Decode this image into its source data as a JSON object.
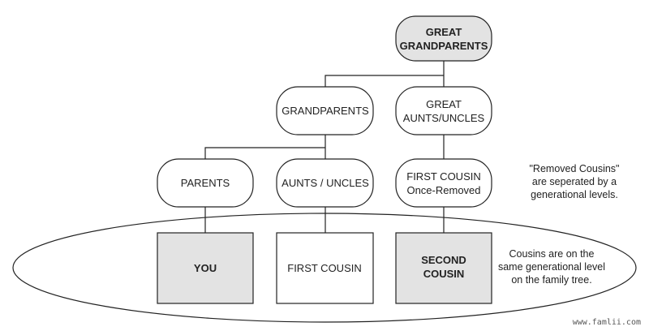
{
  "nodes": {
    "great_grandparents": [
      "GREAT",
      "GRANDPARENTS"
    ],
    "grandparents": [
      "GRANDPARENTS"
    ],
    "great_aunts_uncles": [
      "GREAT",
      "AUNTS/UNCLES"
    ],
    "parents": [
      "PARENTS"
    ],
    "aunts_uncles": [
      "AUNTS / UNCLES"
    ],
    "first_cousin_once_removed": [
      "FIRST COUSIN",
      "Once-Removed"
    ],
    "you": [
      "YOU"
    ],
    "first_cousin": [
      "FIRST COUSIN"
    ],
    "second_cousin": [
      "SECOND",
      "COUSIN"
    ]
  },
  "notes": {
    "removed_cousins": [
      "\"Removed Cousins\"",
      "are seperated by a",
      "generational levels."
    ],
    "same_level": [
      "Cousins are on the",
      "same generational level",
      "on the family tree."
    ]
  },
  "watermark": "www.famlii.com",
  "colors": {
    "stroke": "#222222",
    "shaded_fill": "#e3e3e3",
    "plain_fill": "#ffffff"
  }
}
